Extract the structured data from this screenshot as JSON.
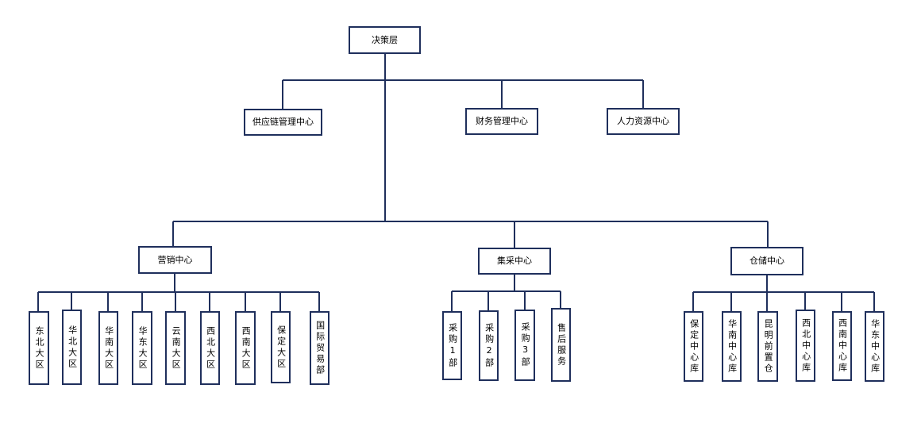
{
  "chart": {
    "decision": "决策层",
    "management": {
      "supply": "供应链管理中心",
      "finance": "财务管理中心",
      "hr": "人力资源中心"
    },
    "centers": {
      "marketing": {
        "label": "营销中心",
        "children": [
          "东北大区",
          "华北大区",
          "华南大区",
          "华东大区",
          "云南大区",
          "西北大区",
          "西南大区",
          "保定大区",
          "国际贸易部"
        ]
      },
      "procurement": {
        "label": "集采中心",
        "children": [
          "采购1部",
          "采购2部",
          "采购3部",
          "售后服务"
        ]
      },
      "warehouse": {
        "label": "仓储中心",
        "children": [
          "保定中心库",
          "华南中心库",
          "昆明前置仓",
          "西北中心库",
          "西南中心库",
          "华东中心库"
        ]
      }
    }
  },
  "colors": {
    "line": "#1f2f5c",
    "border": "#1f2f5c"
  }
}
